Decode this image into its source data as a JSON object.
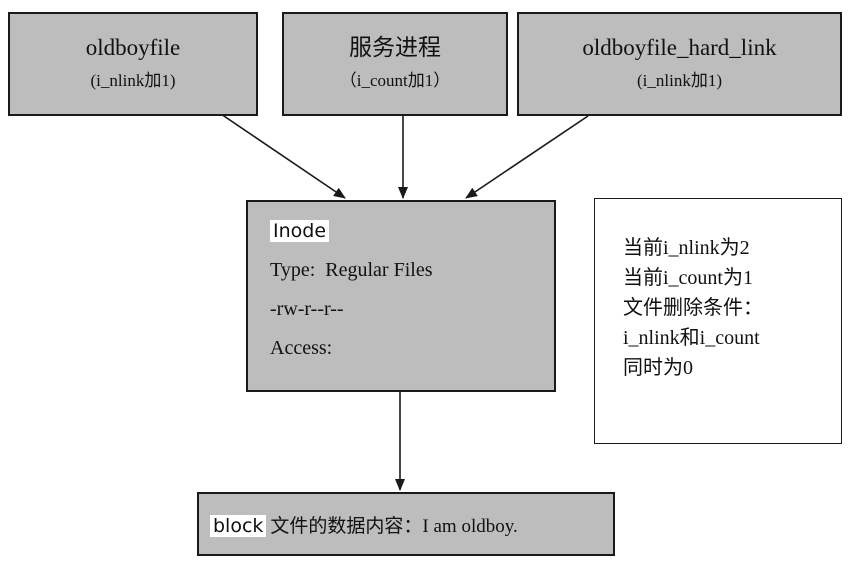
{
  "sources": [
    {
      "name": "oldboyfile",
      "sub": "(i_nlink加1)"
    },
    {
      "name": "服务进程",
      "sub": "（i_count加1）"
    },
    {
      "name": "oldboyfile_hard_link",
      "sub": "(i_nlink加1)"
    }
  ],
  "inode": {
    "title": "Inode",
    "type_label": "Type:",
    "type_value": "Regular Files",
    "permissions": "-rw-r--r--",
    "access_label": "Access:"
  },
  "block": {
    "label": "block",
    "content": "文件的数据内容：I am oldboy."
  },
  "note": {
    "lines": [
      "当前i_nlink为2",
      "当前i_count为1",
      "文件删除条件：",
      "i_nlink和i_count",
      "同时为0"
    ]
  },
  "colors": {
    "box_fill": "#bdbdbd",
    "border": "#1a1a1a",
    "highlight": "#ffffff"
  }
}
